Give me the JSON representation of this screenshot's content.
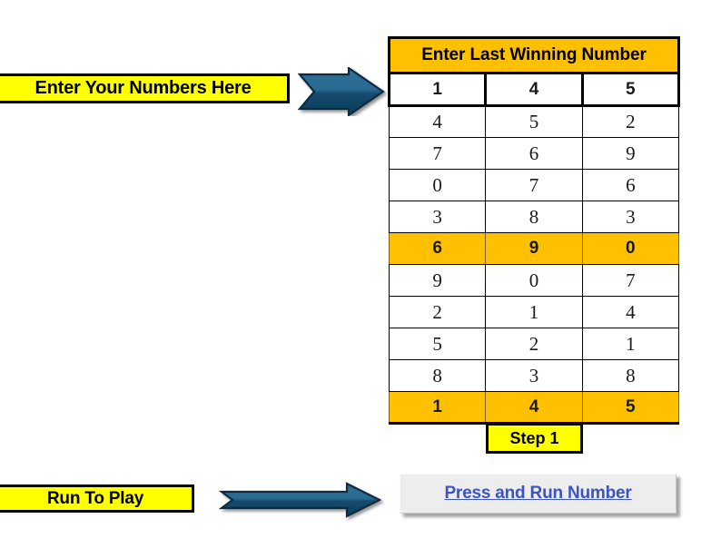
{
  "labels": {
    "enter_numbers": "Enter Your Numbers Here",
    "run_to_play": "Run To Play"
  },
  "table": {
    "header": "Enter Last Winning Number",
    "columns": 3,
    "rows": [
      {
        "values": [
          "1",
          "4",
          "5"
        ],
        "style": "entry"
      },
      {
        "values": [
          "4",
          "5",
          "2"
        ],
        "style": "normal"
      },
      {
        "values": [
          "7",
          "6",
          "9"
        ],
        "style": "normal"
      },
      {
        "values": [
          "0",
          "7",
          "6"
        ],
        "style": "normal"
      },
      {
        "values": [
          "3",
          "8",
          "3"
        ],
        "style": "normal"
      },
      {
        "values": [
          "6",
          "9",
          "0"
        ],
        "style": "highlight"
      },
      {
        "values": [
          "9",
          "0",
          "7"
        ],
        "style": "normal"
      },
      {
        "values": [
          "2",
          "1",
          "4"
        ],
        "style": "normal"
      },
      {
        "values": [
          "5",
          "2",
          "1"
        ],
        "style": "normal"
      },
      {
        "values": [
          "8",
          "3",
          "8"
        ],
        "style": "normal"
      },
      {
        "values": [
          "1",
          "4",
          "5"
        ],
        "style": "highlight"
      }
    ]
  },
  "step": {
    "label": "Step 1"
  },
  "button": {
    "label": "Press and Run Number"
  },
  "colors": {
    "gold": "#FFC000",
    "yellow": "#FFFF00",
    "arrow_fill_dark": "#0F4A6E",
    "arrow_fill_light": "#3C7FA5",
    "arrow_stroke": "#0C2F44",
    "link_blue": "#3B53C8",
    "button_face": "#EDEDED",
    "border_black": "#000000"
  }
}
